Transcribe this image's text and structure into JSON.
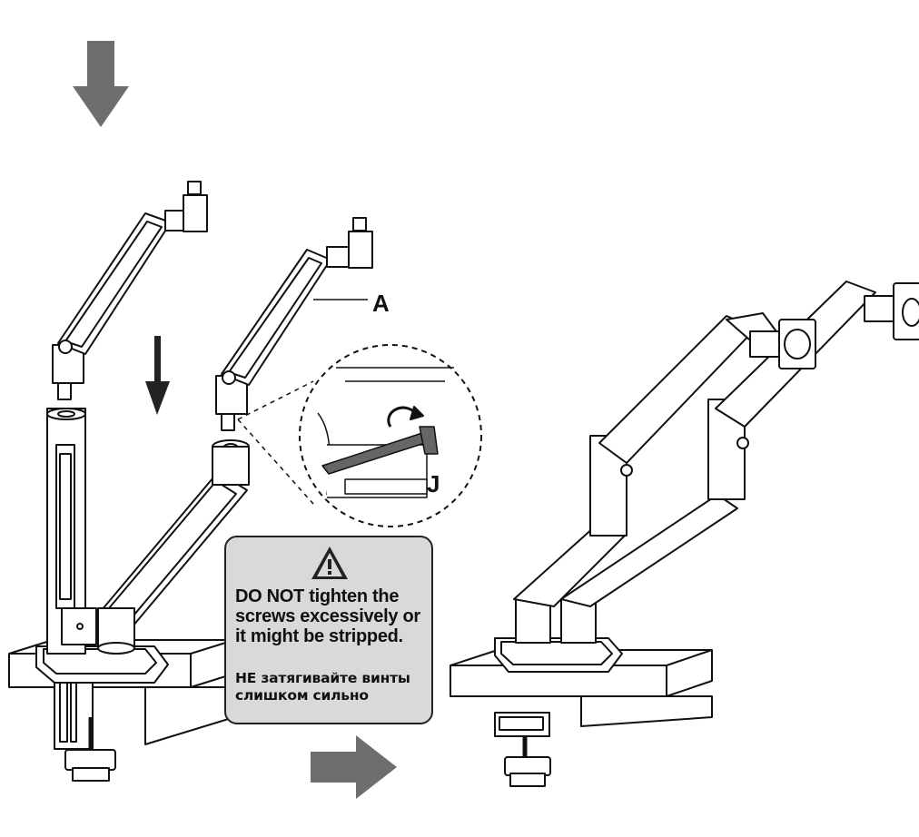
{
  "labels": {
    "part_a": "A",
    "part_j": "J"
  },
  "warning": {
    "icon": "warning-triangle-icon",
    "text_en": "DO NOT tighten the screws excessively or it might be stripped.",
    "text_ru": "НЕ затягивайте винты слишком сильно"
  },
  "colors": {
    "arrow_gray": "#6e6e6e",
    "arrow_dark": "#222222",
    "line": "#111111",
    "warning_bg": "#d9d9d9"
  }
}
